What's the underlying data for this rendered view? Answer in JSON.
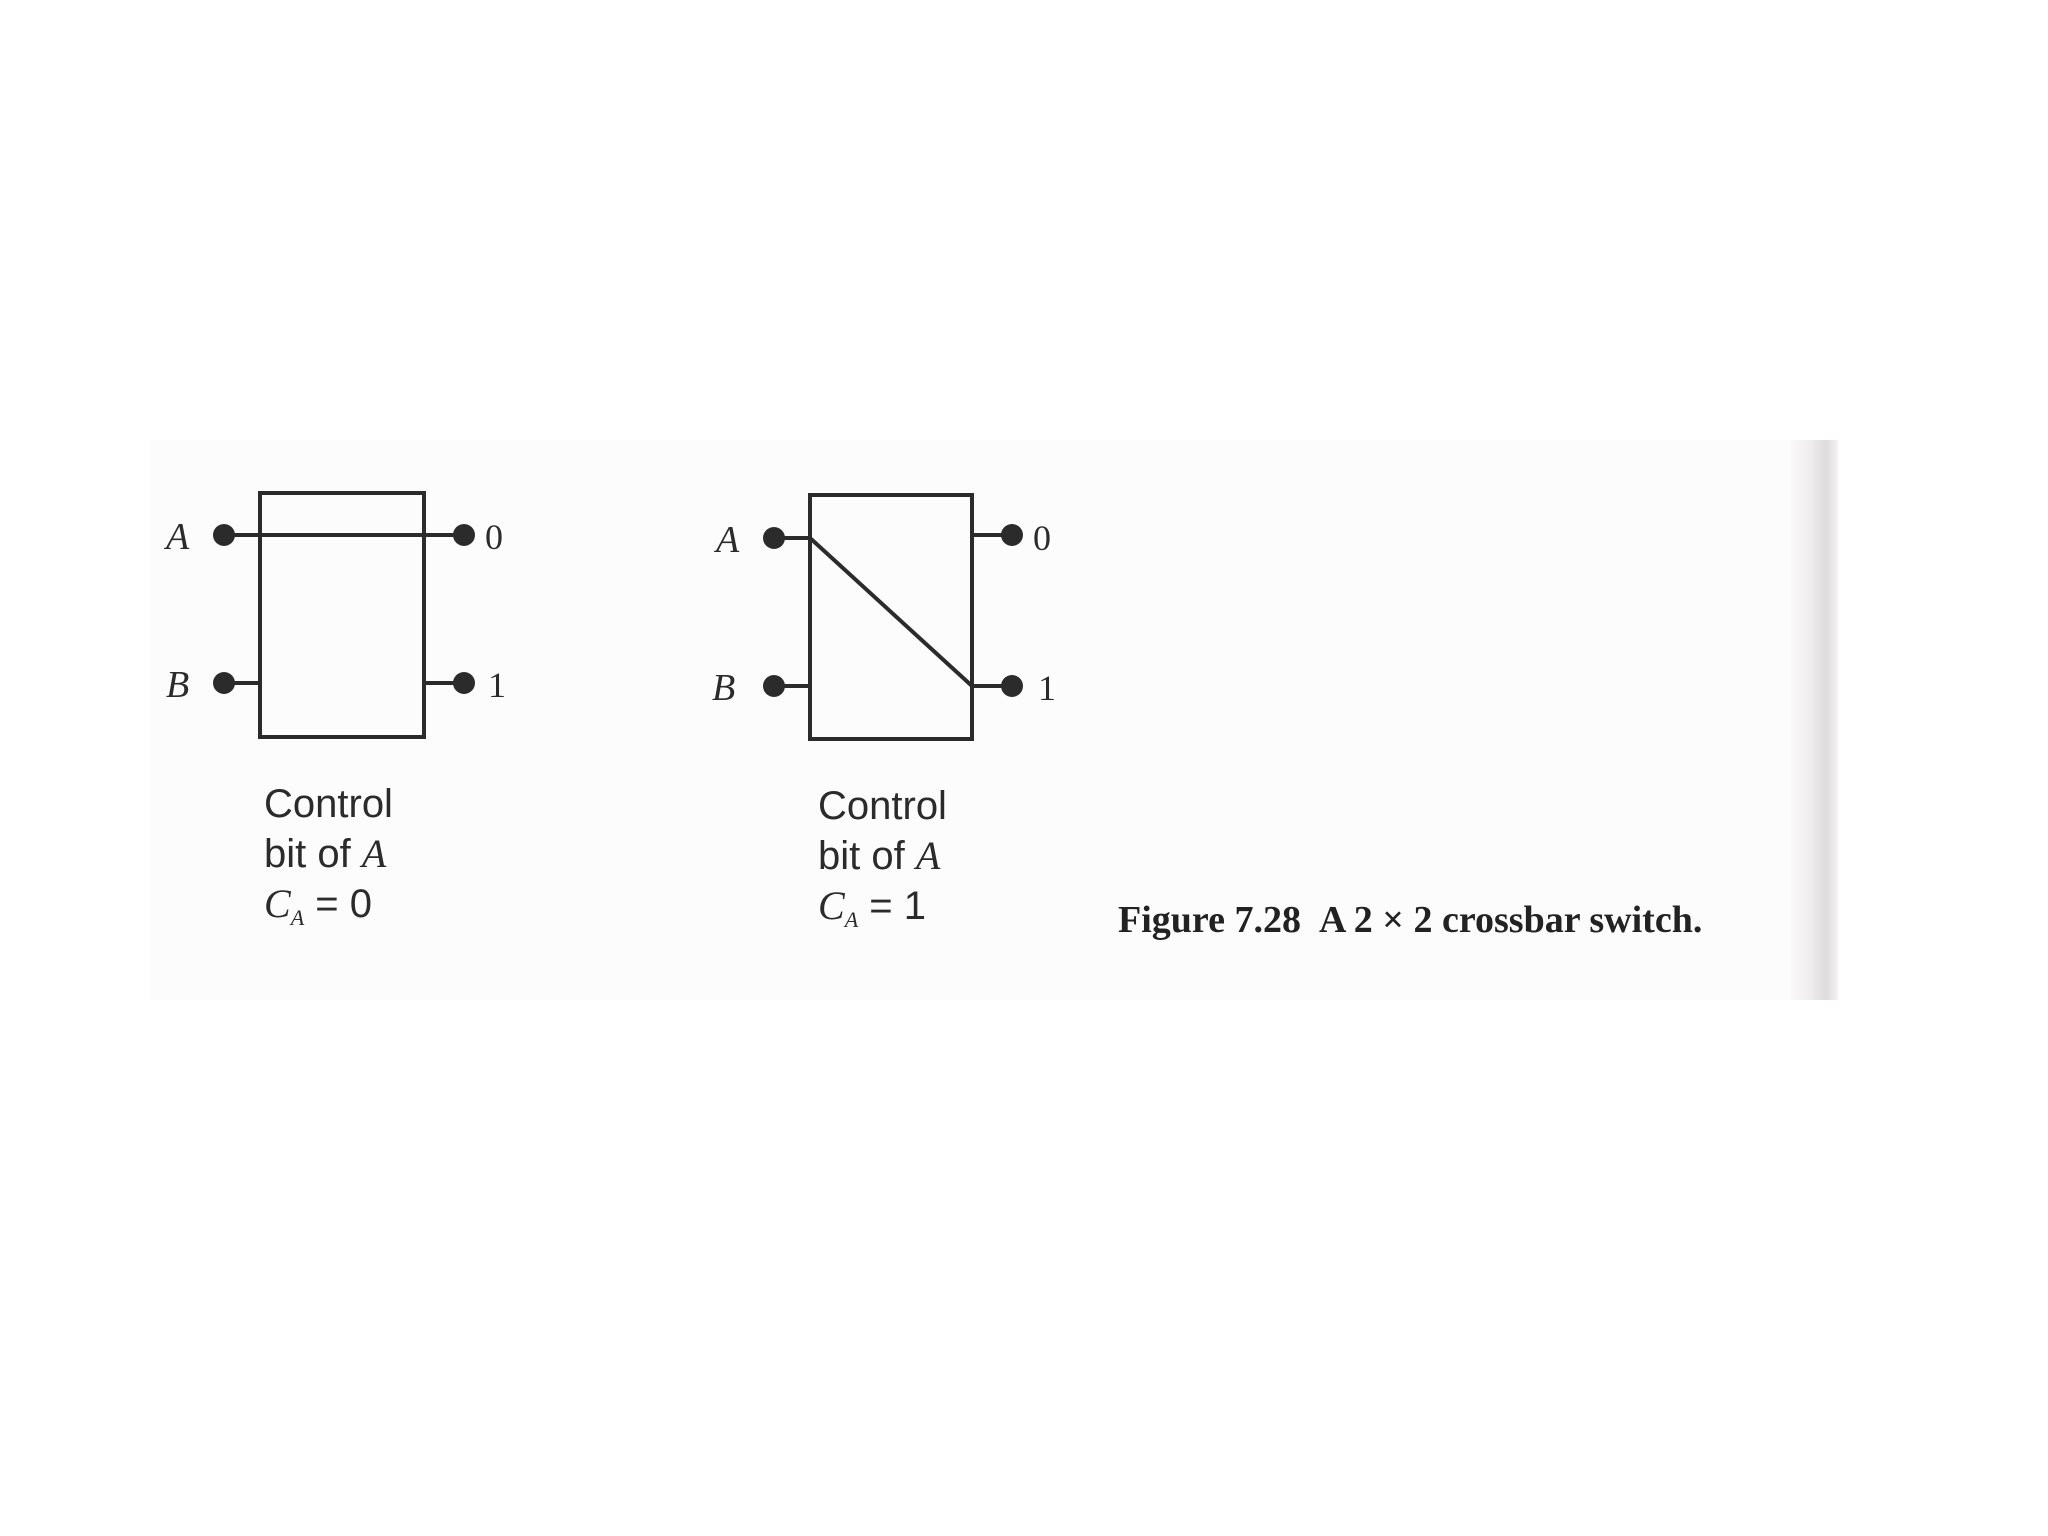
{
  "switches": [
    {
      "state": "straight",
      "inputs": [
        "A",
        "B"
      ],
      "outputs": [
        "0",
        "1"
      ],
      "caption": {
        "line1": "Control",
        "line2_text": "bit of ",
        "line2_var": "A",
        "line3_base": "C",
        "line3_sub": "A",
        "line3_rest": " = 0"
      }
    },
    {
      "state": "cross",
      "inputs": [
        "A",
        "B"
      ],
      "outputs": [
        "0",
        "1"
      ],
      "caption": {
        "line1": "Control",
        "line2_text": "bit of ",
        "line2_var": "A",
        "line3_base": "C",
        "line3_sub": "A",
        "line3_rest": " = 1"
      }
    }
  ],
  "figure": {
    "number": "Figure 7.28",
    "title": "A 2 × 2 crossbar switch."
  }
}
